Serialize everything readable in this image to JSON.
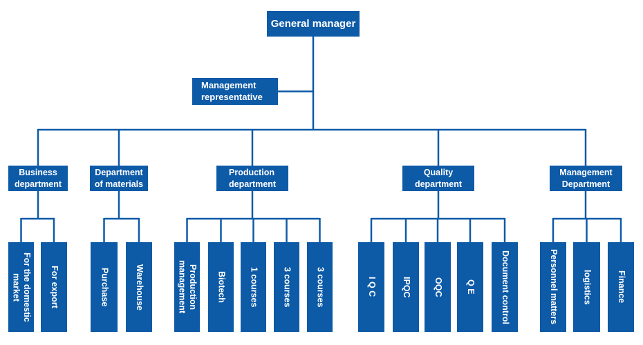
{
  "colors": {
    "primary_blue": "#0d5aa7",
    "text_white": "#ffffff",
    "background": "#ffffff"
  },
  "root": {
    "label": "General manager"
  },
  "staff": {
    "label": "Management representative"
  },
  "departments": [
    {
      "label": "Business department",
      "children": [
        "For the domestic market",
        "For export"
      ]
    },
    {
      "label": "Department of materials",
      "children": [
        "Purchase",
        "Warehouse"
      ]
    },
    {
      "label": "Production department",
      "children": [
        "Production management",
        "Biotech",
        "1 courses",
        "3 courses",
        "3 courses"
      ]
    },
    {
      "label": "Quality department",
      "children": [
        "I Q C",
        "IPQC",
        "OQC",
        "Q E",
        "Document control"
      ]
    },
    {
      "label": "Management Department",
      "children": [
        "Personnel matters",
        "logistics",
        "Finance"
      ]
    }
  ]
}
